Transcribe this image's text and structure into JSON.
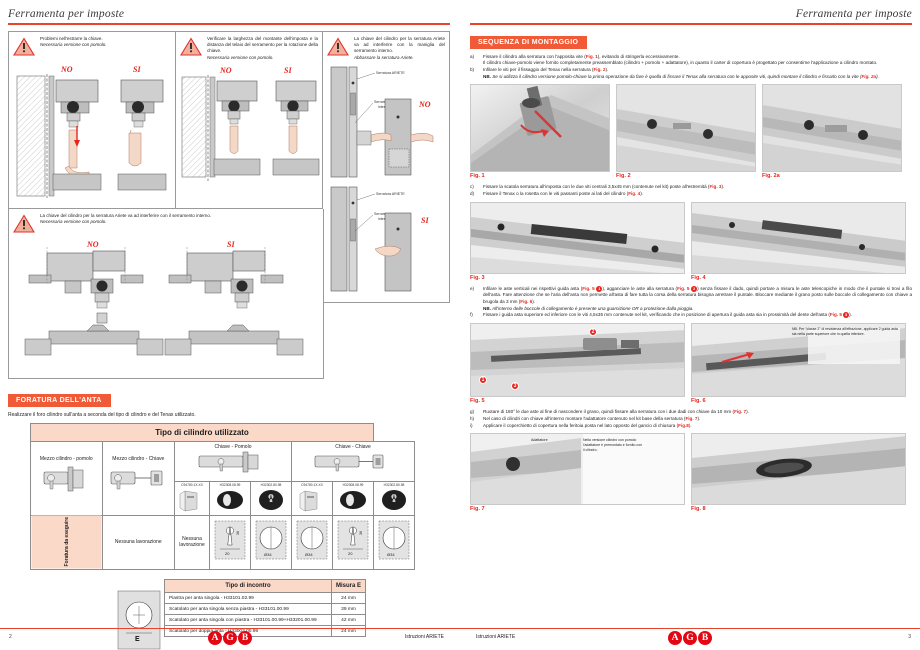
{
  "document": {
    "header_title": "Ferramenta per imposte",
    "footer_brand": "AGB",
    "footer_note": "Istruzioni ARIETE",
    "page_left_number": "2",
    "page_right_number": "3",
    "accent_color": "#e8432b",
    "banner_color": "#f15a36",
    "table_header_fill": "#fad9c8",
    "red_text_color": "#e8241c"
  },
  "left_page": {
    "panels": [
      {
        "id": "panel-key-extraction",
        "icon": "warning-triangle-icon",
        "text_lines": [
          "Problemi nell'estrarre la chiave.",
          "Necessaria versione con pomolo."
        ],
        "italic_line_index": 1,
        "labels": {
          "no": "NO",
          "si": "SI"
        }
      },
      {
        "id": "panel-stile-width",
        "icon": "warning-triangle-icon",
        "text_lines": [
          "Verificare la larghezza del montante dell'imposta e la distanza del telaio del serramento per la rotazione della chiave.",
          "Necessaria versione con pomolo."
        ],
        "italic_line_index": 1,
        "labels": {
          "no": "NO",
          "si": "SI"
        }
      },
      {
        "id": "panel-cylinder-key-handle",
        "icon": "warning-triangle-icon",
        "text_lines": [
          "La chiave del cilindro per la serratura Ariete va ad interferire con la maniglia del serramento interno.",
          "Abbassare la serratura Ariete."
        ],
        "italic_line_index": 1,
        "labels": {
          "no": "NO",
          "si": "SI"
        },
        "callouts": [
          "Serratura ARIETE",
          "Serramento interno"
        ]
      },
      {
        "id": "panel-cylinder-key-interference",
        "icon": "warning-triangle-icon",
        "text_lines": [
          "La chiave del cilindro per la serratura Ariete va ad interferire con il serramento interno.",
          "Necessaria versione con pomolo."
        ],
        "italic_line_index": 1,
        "labels": {
          "no": "NO",
          "si": "SI"
        }
      }
    ],
    "section": {
      "banner": "FORATURA DELL'ANTA",
      "intro": "Realizzare il foro cilindro sull'anta a seconda del tipo di cilindro e del Tenax utilizzato."
    },
    "cylinder_table": {
      "title": "Tipo di cilindro utilizzato",
      "row_label": "Foratura da eseguire",
      "groups": [
        {
          "label": "Mezzo cilindro - pomolo",
          "codes": [],
          "result": "Nessuna lavorazione"
        },
        {
          "label": "Mezzo cilindro - Chiave",
          "codes": [],
          "result": "Nessuna lavorazione"
        },
        {
          "label": "Chiave - Pomolo",
          "codes": [
            "C94780.1X.XX",
            "H32308.08.99",
            "H32302.80.98"
          ],
          "dims": [
            "20",
            "Ø34",
            "Ø34"
          ]
        },
        {
          "label": "Chiave - Chiave",
          "codes": [
            "C94780.1X.XX",
            "H32308.08.99",
            "H32302.80.98"
          ],
          "dims": [
            "20",
            "Ø34",
            "Ø34"
          ]
        }
      ],
      "hole_height_label": "36"
    },
    "incontro_table": {
      "headers": [
        "Tipo di incontro",
        "Misura E"
      ],
      "rows": [
        {
          "type": "Piastra per anta singola - H33101.02.99",
          "measure": "24 mm"
        },
        {
          "type": "Scatolato per anta singola senza piastra - H33101.00.99",
          "measure": "39 mm"
        },
        {
          "type": "Scatolato per anta singola con piastra - H33101.00.99+H33201.00.99",
          "measure": "42 mm"
        },
        {
          "type": "Scatolato per doppia anta - H33003.00.99",
          "measure": "24 mm"
        }
      ],
      "diagram_label": "E"
    }
  },
  "right_page": {
    "banner": "SEQUENZA DI MONTAGGIO",
    "steps_top": [
      {
        "marker": "a)",
        "parts": [
          {
            "t": "Fissare il cilindro alla serratura con l'apposita vite ("
          },
          {
            "t": "Fig. 1",
            "style": "red"
          },
          {
            "t": "), evitando di stringerla eccessivamente."
          },
          {
            "t": "\nIl cilindro chiave-pomolo viene fornito completamente preassemblato (cilindro + pomolo + adattatore), in quanto il carter di copertura è progettato per consentirne l'applicazione a cilindro montato."
          }
        ]
      },
      {
        "marker": "b)",
        "parts": [
          {
            "t": "Infilare le viti per il fissaggio del Tenax nella serratura ("
          },
          {
            "t": "Fig. 2",
            "style": "red"
          },
          {
            "t": ")."
          }
        ]
      },
      {
        "marker": "",
        "parts": [
          {
            "t": "NB.",
            "style": "bold-italic"
          },
          {
            "t": " Se si utilizza il cilindro versione pomolo-chiave la prima operazione da fare è quella di fissare il Tenax alla serratura con le apposite viti, quindi montare il cilindro e fissarlo con la vite (",
            "style": "italic"
          },
          {
            "t": "Fig. 2a",
            "style": "red"
          },
          {
            "t": ").",
            "style": "italic"
          }
        ]
      }
    ],
    "figures_row1": [
      {
        "caption": "Fig. 1"
      },
      {
        "caption": "Fig. 2"
      },
      {
        "caption": "Fig. 2a"
      }
    ],
    "steps_mid": [
      {
        "marker": "c)",
        "parts": [
          {
            "t": "Fissare la scatola serratura all'imposta con le due viti centrali 3,5x45 mm (contenute nel kit) poste all'estremità ("
          },
          {
            "t": "Fig. 3",
            "style": "red"
          },
          {
            "t": ")."
          }
        ]
      },
      {
        "marker": "d)",
        "parts": [
          {
            "t": "Fissare il Tenax o la rosetta con le viti passanti poste ai lati del cilindro ("
          },
          {
            "t": "Fig. 4",
            "style": "red"
          },
          {
            "t": ")."
          }
        ]
      }
    ],
    "figures_row2": [
      {
        "caption": "Fig. 3"
      },
      {
        "caption": "Fig. 4"
      }
    ],
    "steps_e": [
      {
        "marker": "e)",
        "parts": [
          {
            "t": "Infilare le aste verticali nei rispettivi guida asta ("
          },
          {
            "t": "Fig. 5",
            "style": "red"
          },
          {
            "t": "1",
            "style": "circle"
          },
          {
            "t": "), agganciare le aste alla serratura ("
          },
          {
            "t": "Fig. 5",
            "style": "red"
          },
          {
            "t": "2",
            "style": "circle"
          },
          {
            "t": ") senza fissare il dado, quindi portare a misura le aste telescopiche in modo che il puntale si trovi a filo dell'anta. Fare attenzione che se l'aria dell'anta non permette all'asta di fare tutta la corsa della serratura bisogna arretrare il puntale. Bloccare mediante il grano posto sulle boccole di collegamento con chiave a brugola da 3 mm ("
          },
          {
            "t": "Fig. 6",
            "style": "red"
          },
          {
            "t": ")."
          }
        ]
      },
      {
        "marker": "",
        "parts": [
          {
            "t": "NB.",
            "style": "bold-italic"
          },
          {
            "t": " All'interno delle boccole di collegamento è presente una guarnizione OR a protezione dalla pioggia.",
            "style": "italic"
          }
        ]
      },
      {
        "marker": "f)",
        "parts": [
          {
            "t": "Fissare i guida asta superiore ed inferiore con le viti 4,5x35 mm contenute nel kit, verificando che in posizione di apertura il guida asta sia in prossimità del dente dell'asta ("
          },
          {
            "t": "Fig. 5",
            "style": "red"
          },
          {
            "t": "3",
            "style": "circle"
          },
          {
            "t": ")."
          }
        ]
      }
    ],
    "figures_row3": [
      {
        "caption": "Fig. 5",
        "markers": [
          "1",
          "2",
          "3"
        ]
      },
      {
        "caption": "Fig. 6"
      }
    ],
    "fig6_note": "NB. Per \"classe 2\" di resistenza all'effrazione, applicare 2 guida asta sia nella parte superiore che in quella inferiore.",
    "steps_bottom": [
      {
        "marker": "g)",
        "parts": [
          {
            "t": "Ruotare di 180° le due aste al fine di nascondere il grano, quindi fissare alla serratura con i due dadi con chiave da 10 mm ("
          },
          {
            "t": "Fig. 7",
            "style": "red"
          },
          {
            "t": ")."
          }
        ]
      },
      {
        "marker": "h)",
        "parts": [
          {
            "t": "Nel caso di cilindri con chiave all'interno montare l'adattatore contenuto nel kit base della serratura ("
          },
          {
            "t": "Fig. 7",
            "style": "red"
          },
          {
            "t": ")."
          }
        ]
      },
      {
        "marker": "i)",
        "parts": [
          {
            "t": "Applicare il coperchietto di copertura nella feritoia posta nel lato opposto del gancio di chiusura ("
          },
          {
            "t": "Fig.8",
            "style": "red"
          },
          {
            "t": ")."
          }
        ]
      }
    ],
    "figures_row4": [
      {
        "caption": "Fig. 7",
        "callout": "Adattatore",
        "note": "Nella versione cilindro con pomolo l'adattatore è premontato e fornito con il cilindro."
      },
      {
        "caption": "Fig. 8"
      }
    ]
  }
}
